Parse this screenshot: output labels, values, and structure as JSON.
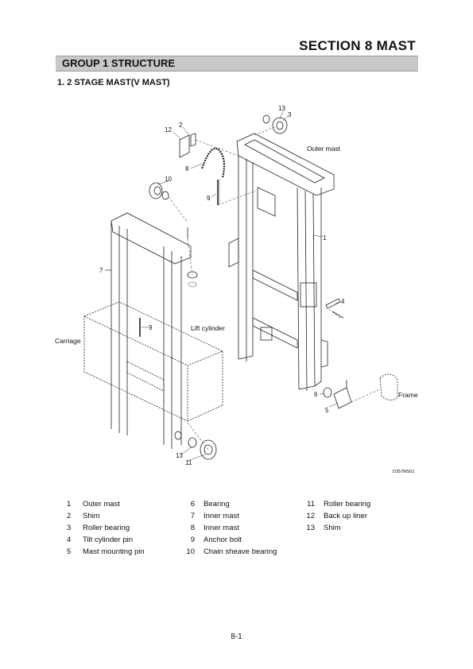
{
  "header": {
    "section_title": "SECTION 8 MAST"
  },
  "group": {
    "title": "GROUP 1 STRUCTURE"
  },
  "subsection": {
    "title": "1. 2 STAGE MAST(V MAST)"
  },
  "diagram": {
    "labels": {
      "outer_mast": "Outer mast",
      "lift_cylinder": "Lift cylinder",
      "carriage": "Carriage",
      "frame": "Frame"
    },
    "callouts": [
      "13",
      "3",
      "12",
      "2",
      "8",
      "10",
      "9",
      "1",
      "7",
      "4",
      "9",
      "6",
      "5",
      "13",
      "11"
    ],
    "figure_code": "D357MS01"
  },
  "legend": {
    "col1": [
      {
        "num": "1",
        "name": "Outer mast"
      },
      {
        "num": "2",
        "name": "Shim"
      },
      {
        "num": "3",
        "name": "Roller bearing"
      },
      {
        "num": "4",
        "name": "Tilt cylinder pin"
      },
      {
        "num": "5",
        "name": "Mast mounting pin"
      }
    ],
    "col2": [
      {
        "num": "6",
        "name": "Bearing"
      },
      {
        "num": "7",
        "name": "Inner mast"
      },
      {
        "num": "8",
        "name": "Inner mast"
      },
      {
        "num": "9",
        "name": "Anchor bolt"
      },
      {
        "num": "10",
        "name": "Chain sheave bearing"
      }
    ],
    "col3": [
      {
        "num": "11",
        "name": "Roller bearing"
      },
      {
        "num": "12",
        "name": "Back up liner"
      },
      {
        "num": "13",
        "name": "Shim"
      }
    ]
  },
  "footer": {
    "page_number": "8-1"
  }
}
